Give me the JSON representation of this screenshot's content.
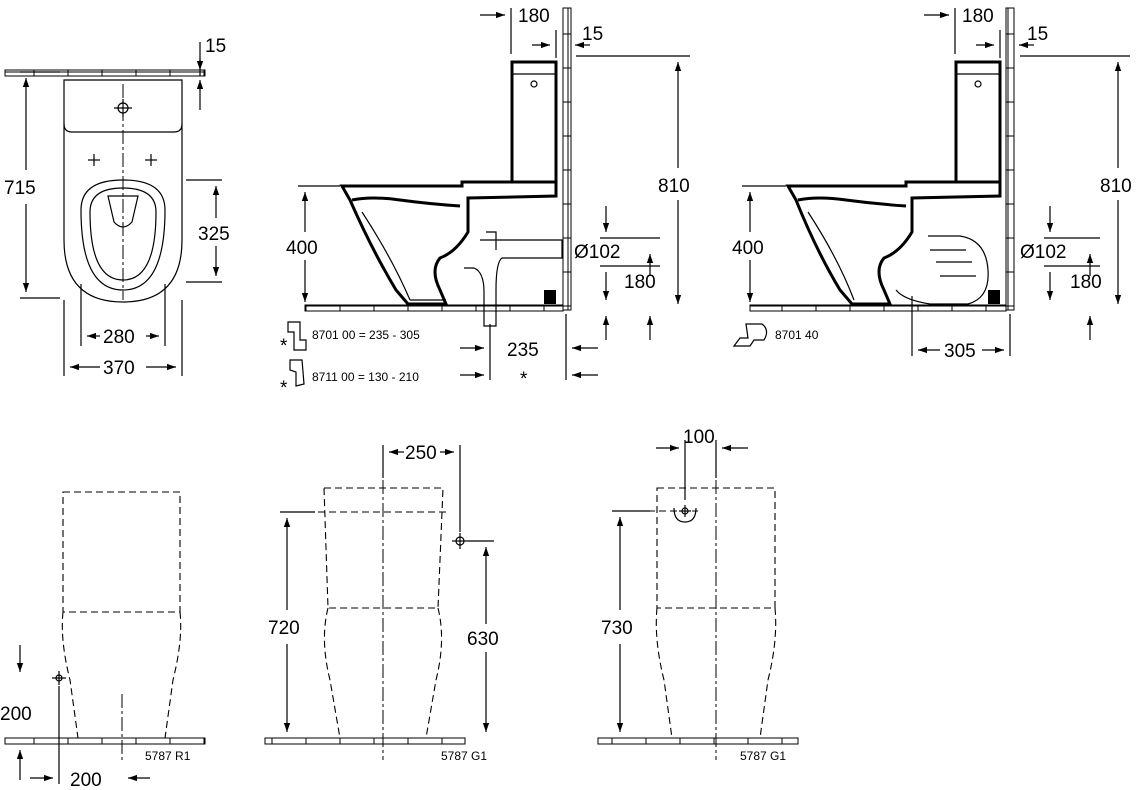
{
  "top_view": {
    "dim_15": "15",
    "dim_715": "715",
    "dim_325": "325",
    "dim_280": "280",
    "dim_370": "370"
  },
  "side_view_left": {
    "dim_180": "180",
    "dim_15": "15",
    "dim_810": "810",
    "dim_400": "400",
    "dim_d102": "Ø102",
    "dim_180_outlet": "180",
    "dim_235": "235",
    "asterisk": "*",
    "accessory_1": "8701 00  = 235 -  305",
    "accessory_2": "8711 00  = 130 - 210",
    "accessory_marker": "*"
  },
  "side_view_right": {
    "dim_180": "180",
    "dim_15": "15",
    "dim_810": "810",
    "dim_400": "400",
    "dim_d102": "Ø102",
    "dim_180_outlet": "180",
    "dim_305": "305",
    "accessory_1": "8701 40"
  },
  "front_view_1": {
    "dim_200_height": "200",
    "dim_200_width": "200",
    "code": "5787 R1"
  },
  "front_view_2": {
    "dim_250": "250",
    "dim_720": "720",
    "dim_630": "630",
    "code": "5787 G1"
  },
  "front_view_3": {
    "dim_100": "100",
    "dim_730": "730",
    "code": "5787 G1"
  }
}
